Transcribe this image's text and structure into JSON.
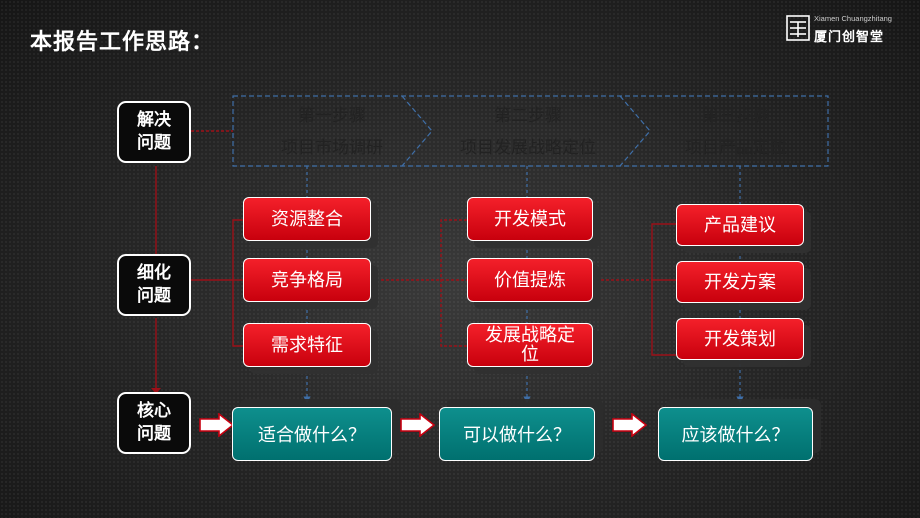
{
  "title": "本报告工作思路：",
  "logo": {
    "en": "Xiamen Chuangzhitang",
    "cn": "厦门创智堂"
  },
  "steps": [
    {
      "label": "第一步骤",
      "sub": "项目市场调研"
    },
    {
      "label": "第二步骤",
      "sub": "项目发展战略定位"
    },
    {
      "label": "第三步骤",
      "sub": "项目产品定位"
    }
  ],
  "questions": [
    {
      "line1": "解决",
      "line2": "问题"
    },
    {
      "line1": "细化",
      "line2": "问题"
    },
    {
      "line1": "核心",
      "line2": "问题"
    }
  ],
  "columns": [
    {
      "items": [
        "资源整合",
        "竞争格局",
        "需求特征"
      ]
    },
    {
      "items": [
        "开发模式",
        "价值提炼",
        "发展战略定位"
      ]
    },
    {
      "items": [
        "产品建议",
        "开发方案",
        "开发策划"
      ]
    }
  ],
  "answers": [
    "适合做什么？",
    "可以做什么？",
    "应该做什么？"
  ],
  "colors": {
    "red": "#e4101c",
    "teal": "#007e7c",
    "guide": "#3f6fa8",
    "connector": "#9c1018"
  }
}
